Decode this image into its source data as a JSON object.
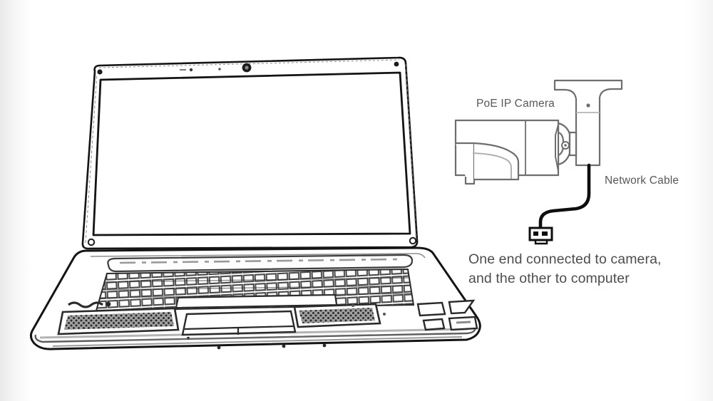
{
  "scene": {
    "title": "PoE IP camera to laptop connection diagram",
    "background_color": "#ffffff",
    "line_color": "#1a1a1a",
    "camera_line_color": "#6e6e6e",
    "text_color": "#585858",
    "caption_color": "#4d4d4d"
  },
  "labels": {
    "camera": "PoE IP Camera",
    "network_cable": "Network Cable"
  },
  "caption": {
    "line1": "One end connected to camera,",
    "line2": "and the other to computer"
  },
  "objects": {
    "laptop": {
      "name": "Laptop computer",
      "parts": [
        "screen-lid",
        "display-bezel",
        "display-panel",
        "webcam",
        "hinge",
        "keyboard",
        "touchpad",
        "speaker-grille-left",
        "speaker-grille-right",
        "power-button",
        "base"
      ]
    },
    "camera": {
      "name": "PoE IP bullet camera",
      "parts": [
        "camera-body",
        "sun-shield",
        "lens-housing",
        "mount-arm",
        "ceiling-bracket",
        "bracket-screw"
      ]
    },
    "cable": {
      "name": "Ethernet network cable",
      "parts": [
        "cable-path",
        "rj45-connector"
      ]
    }
  }
}
